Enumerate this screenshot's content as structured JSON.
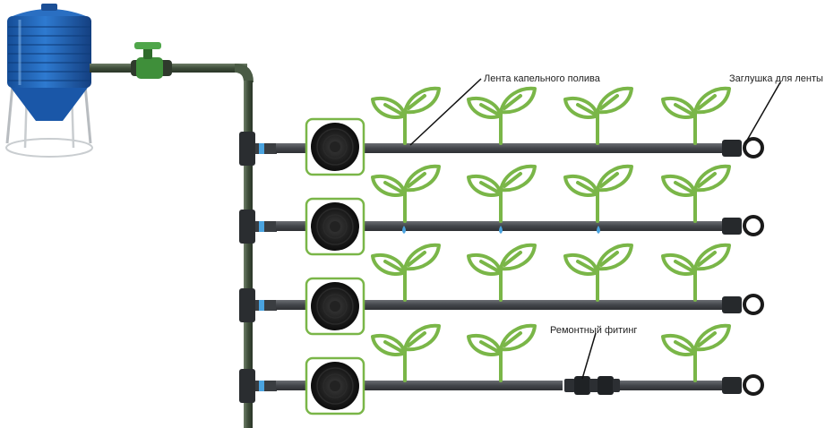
{
  "labels": {
    "drip_tape": "Лента капельного полива",
    "tape_plug": "Заглушка для ленты",
    "repair_fitting": "Ремонтный фитинг"
  },
  "colors": {
    "tank_blue": "#1f63b8",
    "pipe": "#4a5b45",
    "tape": "#4a4d52",
    "plant": "#7ab648",
    "drop": "#4aa3df",
    "valve_green": "#3f8f3a"
  },
  "icons": [
    "water-tank-icon",
    "valve-icon",
    "tee-fitting-icon",
    "tape-reel-icon",
    "plant-icon",
    "water-drop-icon",
    "end-plug-icon",
    "repair-fitting-icon"
  ]
}
